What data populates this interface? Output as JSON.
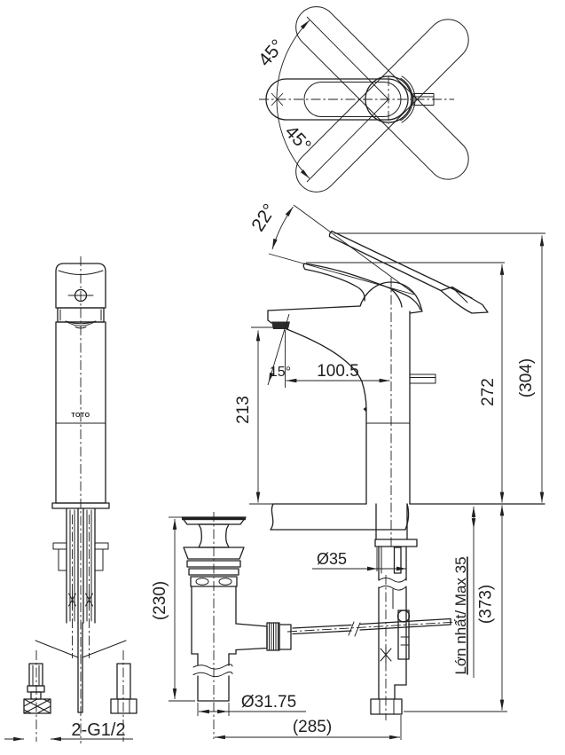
{
  "colors": {
    "line": "#1f1f1f",
    "background": "#ffffff"
  },
  "drawing": {
    "top_view": {
      "swing_upper": "45°",
      "swing_lower": "45°"
    },
    "side_view": {
      "lever_angle": "22°",
      "spray_angle": "15°",
      "reach": "100.5",
      "spout_height": "213",
      "height_lever_down": "272",
      "height_lever_up": "(304)",
      "shank_dia": "Ø35",
      "counter_max": "Lớn nhất/ Max 35",
      "below_counter": "(373)"
    },
    "drain_view": {
      "height": "(230)",
      "tail_dia": "Ø31.75",
      "span": "(285)"
    },
    "front_view": {
      "brand": "TOTO",
      "thread": "2-G1/2"
    }
  }
}
